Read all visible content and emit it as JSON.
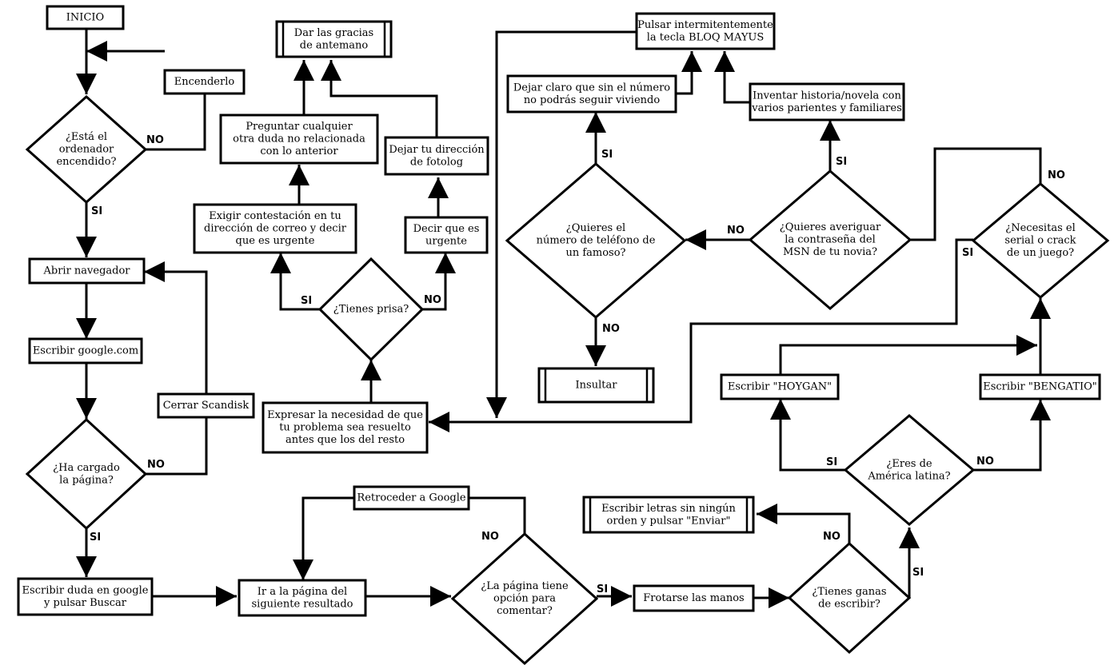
{
  "nodes": [
    {
      "id": "inicio",
      "text": [
        "INICIO"
      ]
    },
    {
      "id": "encenderlo",
      "text": [
        "Encenderlo"
      ]
    },
    {
      "id": "encendido",
      "text": [
        "¿Está el",
        "ordenador",
        "encendido?"
      ]
    },
    {
      "id": "abrir",
      "text": [
        "Abrir navegador"
      ]
    },
    {
      "id": "google",
      "text": [
        "Escribir google.com"
      ]
    },
    {
      "id": "cargado",
      "text": [
        "¿Ha cargado",
        "la página?"
      ]
    },
    {
      "id": "scandisk",
      "text": [
        "Cerrar Scandisk"
      ]
    },
    {
      "id": "buscar",
      "text": [
        "Escribir duda en google",
        "y pulsar Buscar"
      ]
    },
    {
      "id": "gracias",
      "text": [
        "Dar las gracias",
        "de antemano"
      ]
    },
    {
      "id": "preguntar",
      "text": [
        "Preguntar cualquier",
        "otra duda no relacionada",
        "con lo anterior"
      ]
    },
    {
      "id": "exigir",
      "text": [
        "Exigir contestación en tu",
        "dirección de correo y decir",
        "que es urgente"
      ]
    },
    {
      "id": "prisa",
      "text": [
        "¿Tienes prisa?"
      ]
    },
    {
      "id": "fotolog",
      "text": [
        "Dejar tu dirección",
        "de fotolog"
      ]
    },
    {
      "id": "decirurg",
      "text": [
        "Decir que es",
        "urgente"
      ]
    },
    {
      "id": "expresar",
      "text": [
        "Expresar la necesidad de que",
        "tu problema sea resuelto",
        "antes que los del resto"
      ]
    },
    {
      "id": "bloq",
      "text": [
        "Pulsar intermitentemente",
        "la tecla BLOQ MAYUS"
      ]
    },
    {
      "id": "dejarclaro",
      "text": [
        "Dejar claro que sin el número",
        "no podrás seguir viviendo"
      ]
    },
    {
      "id": "inventar",
      "text": [
        "Inventar historia/novela con",
        "varios parientes y familiares"
      ]
    },
    {
      "id": "famoso",
      "text": [
        "¿Quieres el",
        "número de teléfono de",
        "un famoso?"
      ]
    },
    {
      "id": "msn",
      "text": [
        "¿Quieres averiguar",
        "la contraseña del",
        "MSN de tu novia?"
      ]
    },
    {
      "id": "serial",
      "text": [
        "¿Necesitas el",
        "serial o crack",
        "de un juego?"
      ]
    },
    {
      "id": "insultar",
      "text": [
        "Insultar"
      ]
    },
    {
      "id": "hoygan",
      "text": [
        "Escribir \"HOYGAN\""
      ]
    },
    {
      "id": "bengatio",
      "text": [
        "Escribir \"BENGATIO\""
      ]
    },
    {
      "id": "america",
      "text": [
        "¿Eres de",
        "América latina?"
      ]
    },
    {
      "id": "letras",
      "text": [
        "Escribir letras sin ningún",
        "orden y pulsar \"Enviar\""
      ]
    },
    {
      "id": "retroceder",
      "text": [
        "Retroceder a Google"
      ]
    },
    {
      "id": "ir",
      "text": [
        "Ir a la página del",
        "siguiente resultado"
      ]
    },
    {
      "id": "comentar",
      "text": [
        "¿La página tiene",
        "opción para",
        "comentar?"
      ]
    },
    {
      "id": "frotarse",
      "text": [
        "Frotarse las manos"
      ]
    },
    {
      "id": "ganas",
      "text": [
        "¿Tienes ganas",
        "de escribir?"
      ]
    }
  ],
  "edge_labels": {
    "encendido_no": "NO",
    "encendido_si": "SI",
    "cargado_no": "NO",
    "cargado_si": "SI",
    "prisa_si": "SI",
    "prisa_no": "NO",
    "famoso_si": "SI",
    "famoso_no": "NO",
    "msn_no": "NO",
    "msn_si": "SI",
    "serial_no": "NO",
    "serial_si": "SI",
    "america_si": "SI",
    "america_no": "NO",
    "ganas_no": "NO",
    "ganas_si": "SI",
    "comentar_no": "NO",
    "comentar_si": "SI"
  }
}
